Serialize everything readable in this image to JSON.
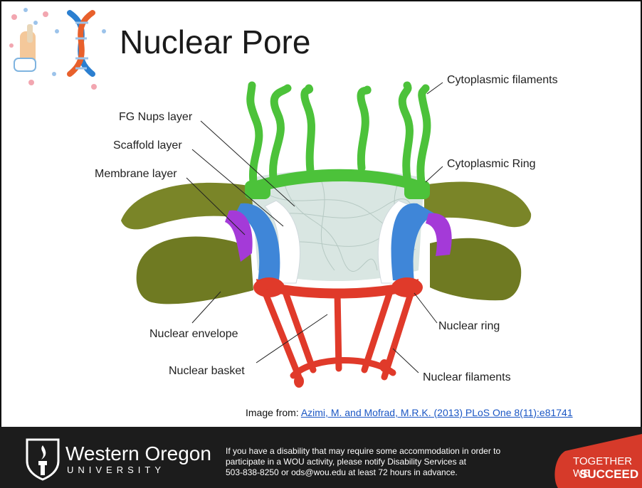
{
  "slide": {
    "title": "Nuclear Pore"
  },
  "labels": {
    "cytoplasmic_filaments": "Cytoplasmic filaments",
    "fg_nups_layer": "FG Nups layer",
    "scaffold_layer": "Scaffold layer",
    "membrane_layer": "Membrane layer",
    "cytoplasmic_ring": "Cytoplasmic Ring",
    "nuclear_envelope": "Nuclear envelope",
    "nuclear_ring": "Nuclear ring",
    "nuclear_basket": "Nuclear basket",
    "nuclear_filaments": "Nuclear filaments"
  },
  "caption": {
    "prefix": "Image from: ",
    "link_text": "Azimi, M. and Mofrad, M.R.K. (2013) PLoS One 8(11):e81741"
  },
  "footer": {
    "university_name": "Western Oregon",
    "university_sub": "UNIVERSITY",
    "notice_line1": "If you have a disability that may require some accommodation in order to",
    "notice_line2": "participate in a WOU activity, please notify Disability Services at",
    "notice_line3": "503-838-8250 or ods@wou.edu at least 72 hours in advance.",
    "tagline_line1": "TOGETHER WE",
    "tagline_line2": "SUCCEED"
  },
  "colors": {
    "filament_green": "#4cc23a",
    "ring_red": "#e03a2a",
    "scaffold_blue": "#3f86d8",
    "membrane_purple": "#a43ad8",
    "envelope_olive": "#6f7a22",
    "footer_bg": "#1c1c1c",
    "tagline_red": "#d63a2a"
  },
  "icons": [
    "dna-icon",
    "wou-torch-logo-icon"
  ]
}
